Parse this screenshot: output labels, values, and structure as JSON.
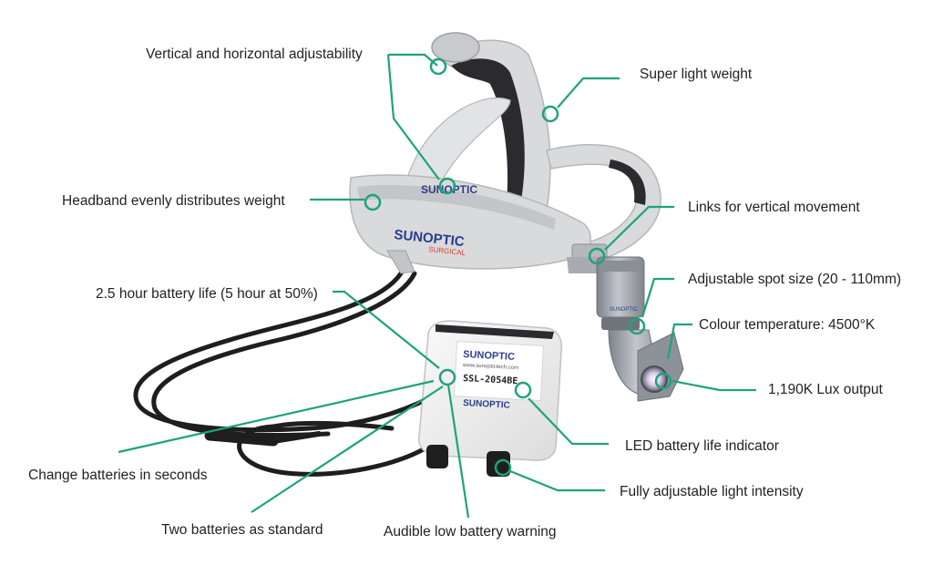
{
  "colors": {
    "leader": "#1ea37a",
    "band": "#d9dadc",
    "band_edge": "#b5b7ba",
    "pad": "#2b2b2f",
    "cable": "#1e1e1e",
    "lamp_body": "#9a9ea5",
    "battery_body": "#eeeeee",
    "brand": "#2a3e8c",
    "brand_accent": "#e23a2a"
  },
  "product": {
    "brand": "SUNOPTIC",
    "brand_sub": "SURGICAL",
    "battery_model": "SSL-2054BE",
    "battery_url": "www.sunoptictech.com"
  },
  "callouts": {
    "adjustability": "Vertical and horizontal adjustability",
    "light_weight": "Super light weight",
    "headband": "Headband evenly distributes weight",
    "links": "Links for vertical movement",
    "spot_size": "Adjustable spot size (20 - 110mm)",
    "battery_life": "2.5 hour battery life (5 hour at 50%)",
    "colour_temp": "Colour temperature: 4500°K",
    "lux": "1,190K Lux output",
    "led_indicator": "LED battery life indicator",
    "change_batteries": "Change batteries in seconds",
    "intensity": "Fully adjustable light intensity",
    "two_batteries": "Two batteries as standard",
    "low_battery": "Audible low battery warning"
  }
}
